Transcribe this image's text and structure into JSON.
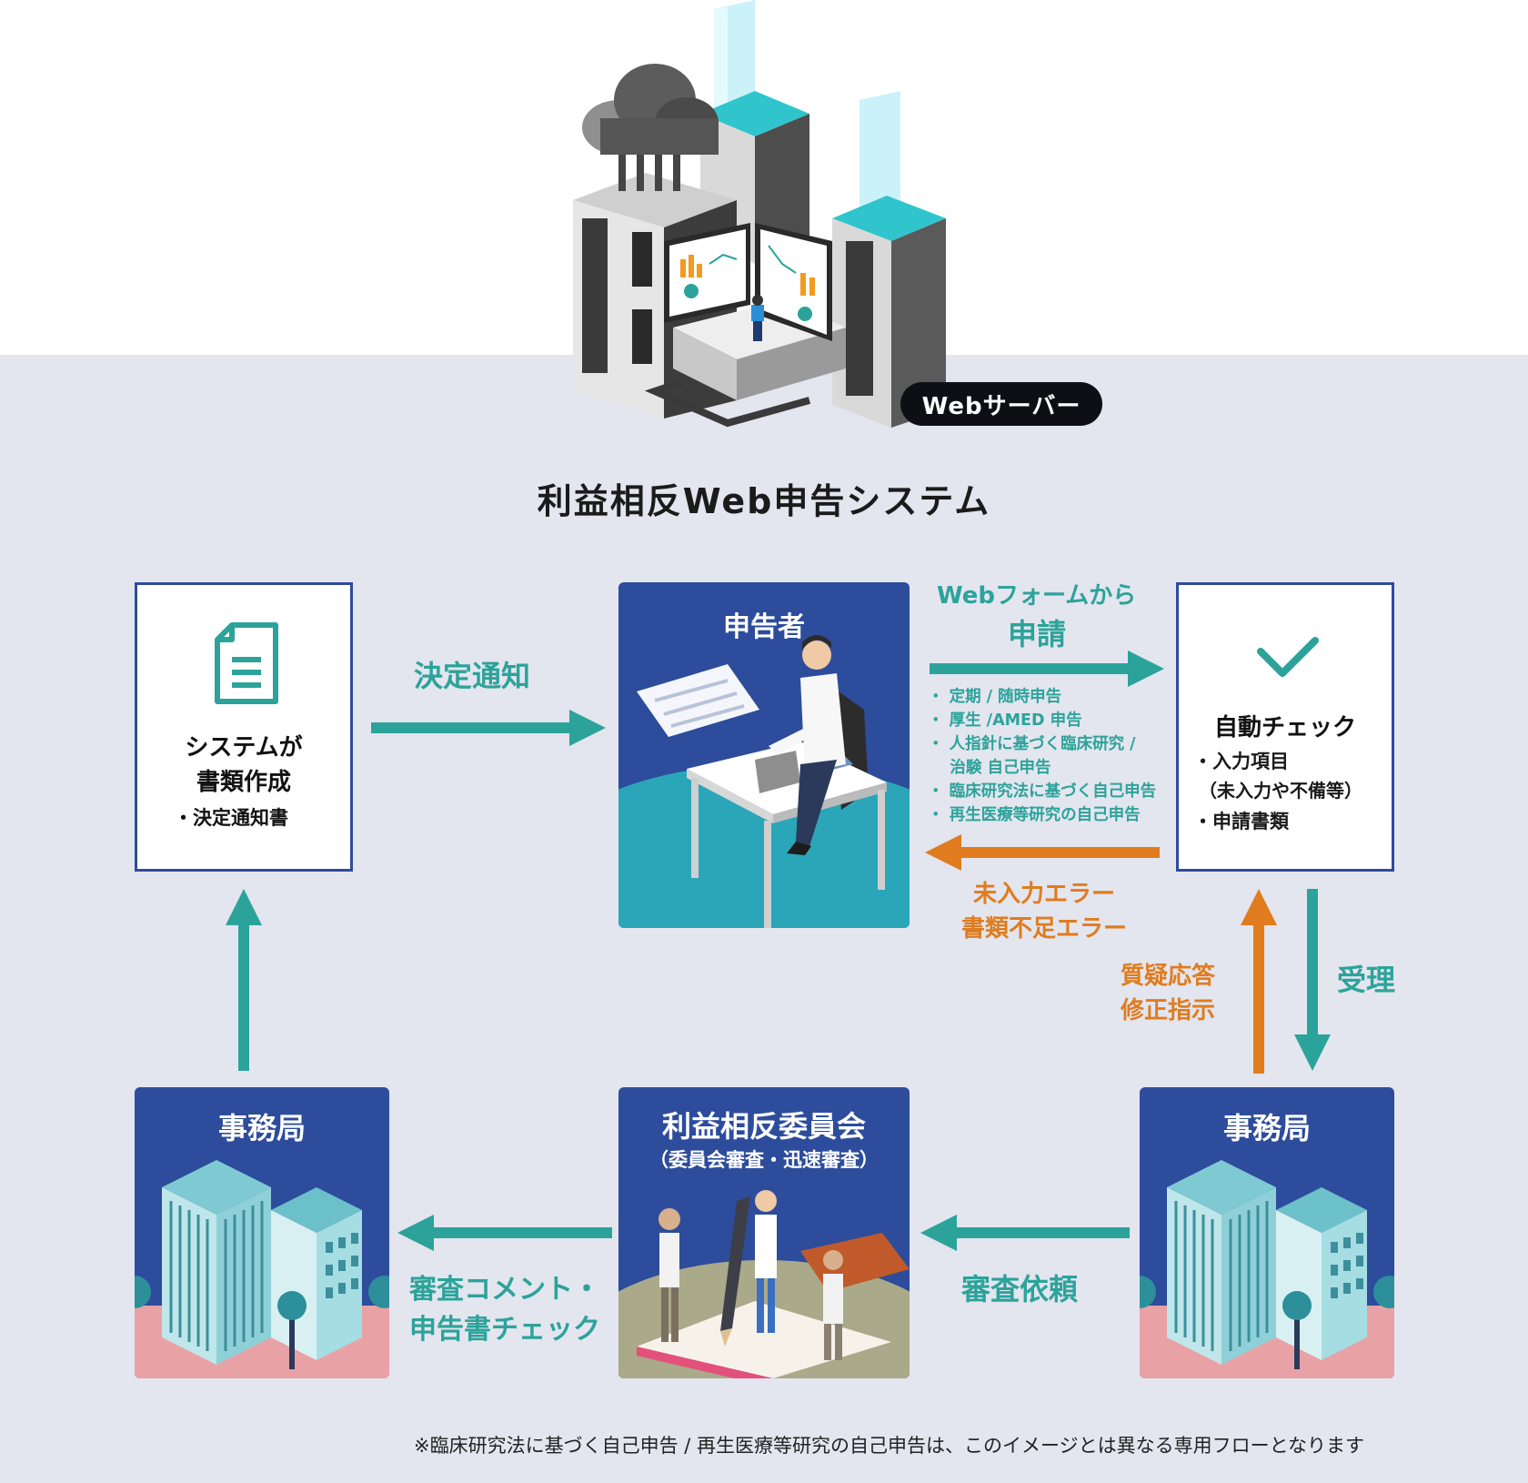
{
  "server": {
    "badge": "Webサーバー"
  },
  "title": "利益相反Web申告システム",
  "boxes": {
    "system": {
      "title_line1": "システムが",
      "title_line2": "書類作成",
      "bullet": "・決定通知書"
    },
    "declarant": {
      "title": "申告者"
    },
    "auto_check": {
      "title": "自動チェック",
      "bullet1": "・入力項目",
      "bullet1_sub": "（未入力や不備等）",
      "bullet2": "・申請書類"
    },
    "office_left": {
      "title": "事務局"
    },
    "committee": {
      "title": "利益相反委員会",
      "subtitle": "（委員会審査・迅速審査）"
    },
    "office_right": {
      "title": "事務局"
    }
  },
  "arrows": {
    "decision_notice": "決定通知",
    "web_form_line1": "Webフォームから",
    "web_form_line2": "申請",
    "declaration_types": [
      "・ 定期 / 随時申告",
      "・ 厚生 /AMED 申告",
      "・ 人指針に基づく臨床研究 /",
      "    治験 自己申告",
      "・ 臨床研究法に基づく自己申告",
      "・ 再生医療等研究の自己申告"
    ],
    "error_line1": "未入力エラー",
    "error_line2": "書類不足エラー",
    "query_line1": "質疑応答",
    "query_line2": "修正指示",
    "accept": "受理",
    "review_request": "審査依頼",
    "review_comment_line1": "審査コメント・",
    "review_comment_line2": "申告書チェック"
  },
  "footnote": "※臨床研究法に基づく自己申告 / 再生医療等研究の自己申告は、このイメージとは異なる専用フローとなります",
  "colors": {
    "navy": "#2d4c9c",
    "teal": "#2ca39a",
    "orange": "#e07c1e",
    "background": "#e3e5ef"
  }
}
